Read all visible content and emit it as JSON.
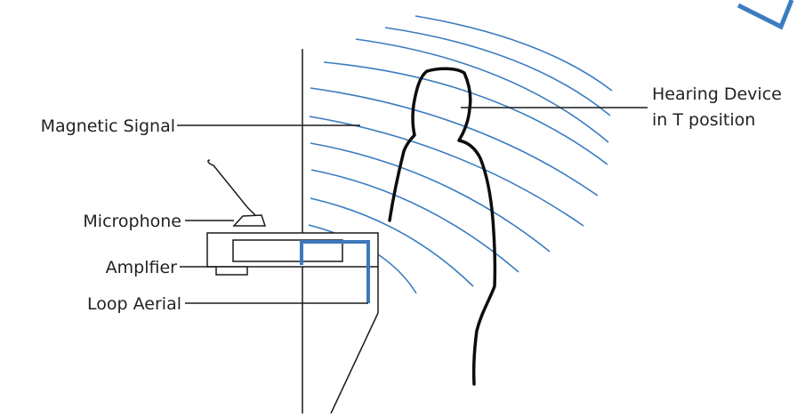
{
  "labels": {
    "magnetic_signal": "Magnetic Signal",
    "microphone": "Microphone",
    "amplifier": "Amplfier",
    "loop_aerial": "Loop Aerial",
    "hearing_device_line1": "Hearing Device",
    "hearing_device_line2": "in T position"
  },
  "colors": {
    "signal_wave": "#3a7cc0",
    "loop_aerial": "#3d78bb",
    "outline": "#1a1a1a",
    "text": "#222222"
  },
  "icons": [
    "microphone-icon",
    "person-silhouette",
    "magnetic-wave-arcs",
    "loop-aerial-wire"
  ]
}
